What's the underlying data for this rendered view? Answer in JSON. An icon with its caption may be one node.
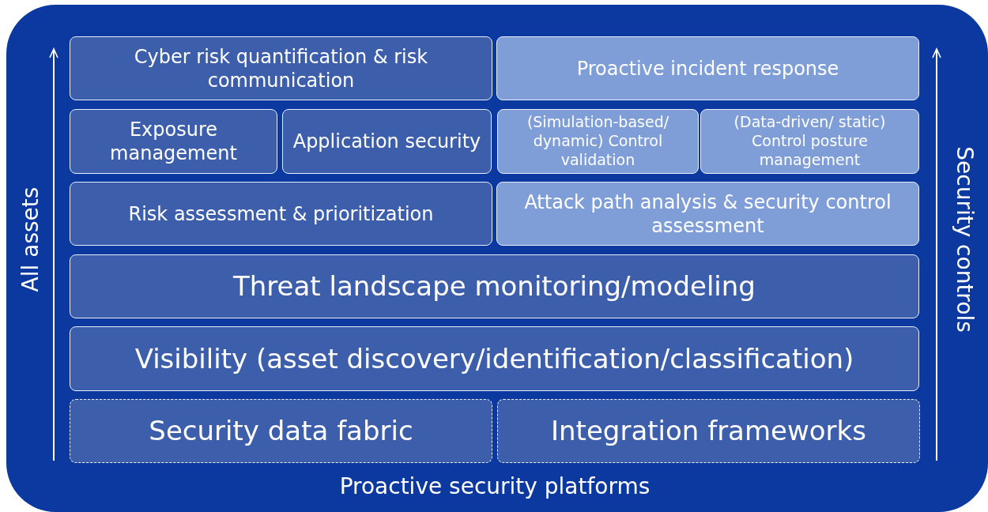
{
  "diagram": {
    "nodes": [
      {
        "text": [
          "Proactive security platforms"
        ]
      },
      {
        "text": [
          "Cyber risk quantification & risk communication"
        ],
        "in": 0
      },
      {
        "text": [
          "Proactive incident response"
        ],
        "in": 0
      },
      {
        "text": [
          "Exposure management"
        ],
        "in": 0
      },
      {
        "text": [
          "Application security"
        ],
        "in": 0
      },
      {
        "text": [
          "(Simulation-based/ dynamic) Control validation"
        ],
        "in": 0
      },
      {
        "text": [
          "(Data-driven/ static) Control posture management"
        ],
        "in": 0
      },
      {
        "text": [
          "Risk assessment & prioritization"
        ],
        "in": 0
      },
      {
        "text": [
          "Attack path analysis & security control assessment"
        ],
        "in": 0
      },
      {
        "text": [
          "Threat landscape monitoring/modeling"
        ],
        "in": 0
      },
      {
        "text": [
          "Visibility (asset discovery/identification/classification)"
        ],
        "in": 0
      },
      {
        "text": [
          "Security data fabric"
        ],
        "in": 0
      },
      {
        "text": [
          "Integration frameworks"
        ],
        "in": 0
      }
    ],
    "labels": [
      "All assets",
      "Security controls"
    ]
  }
}
